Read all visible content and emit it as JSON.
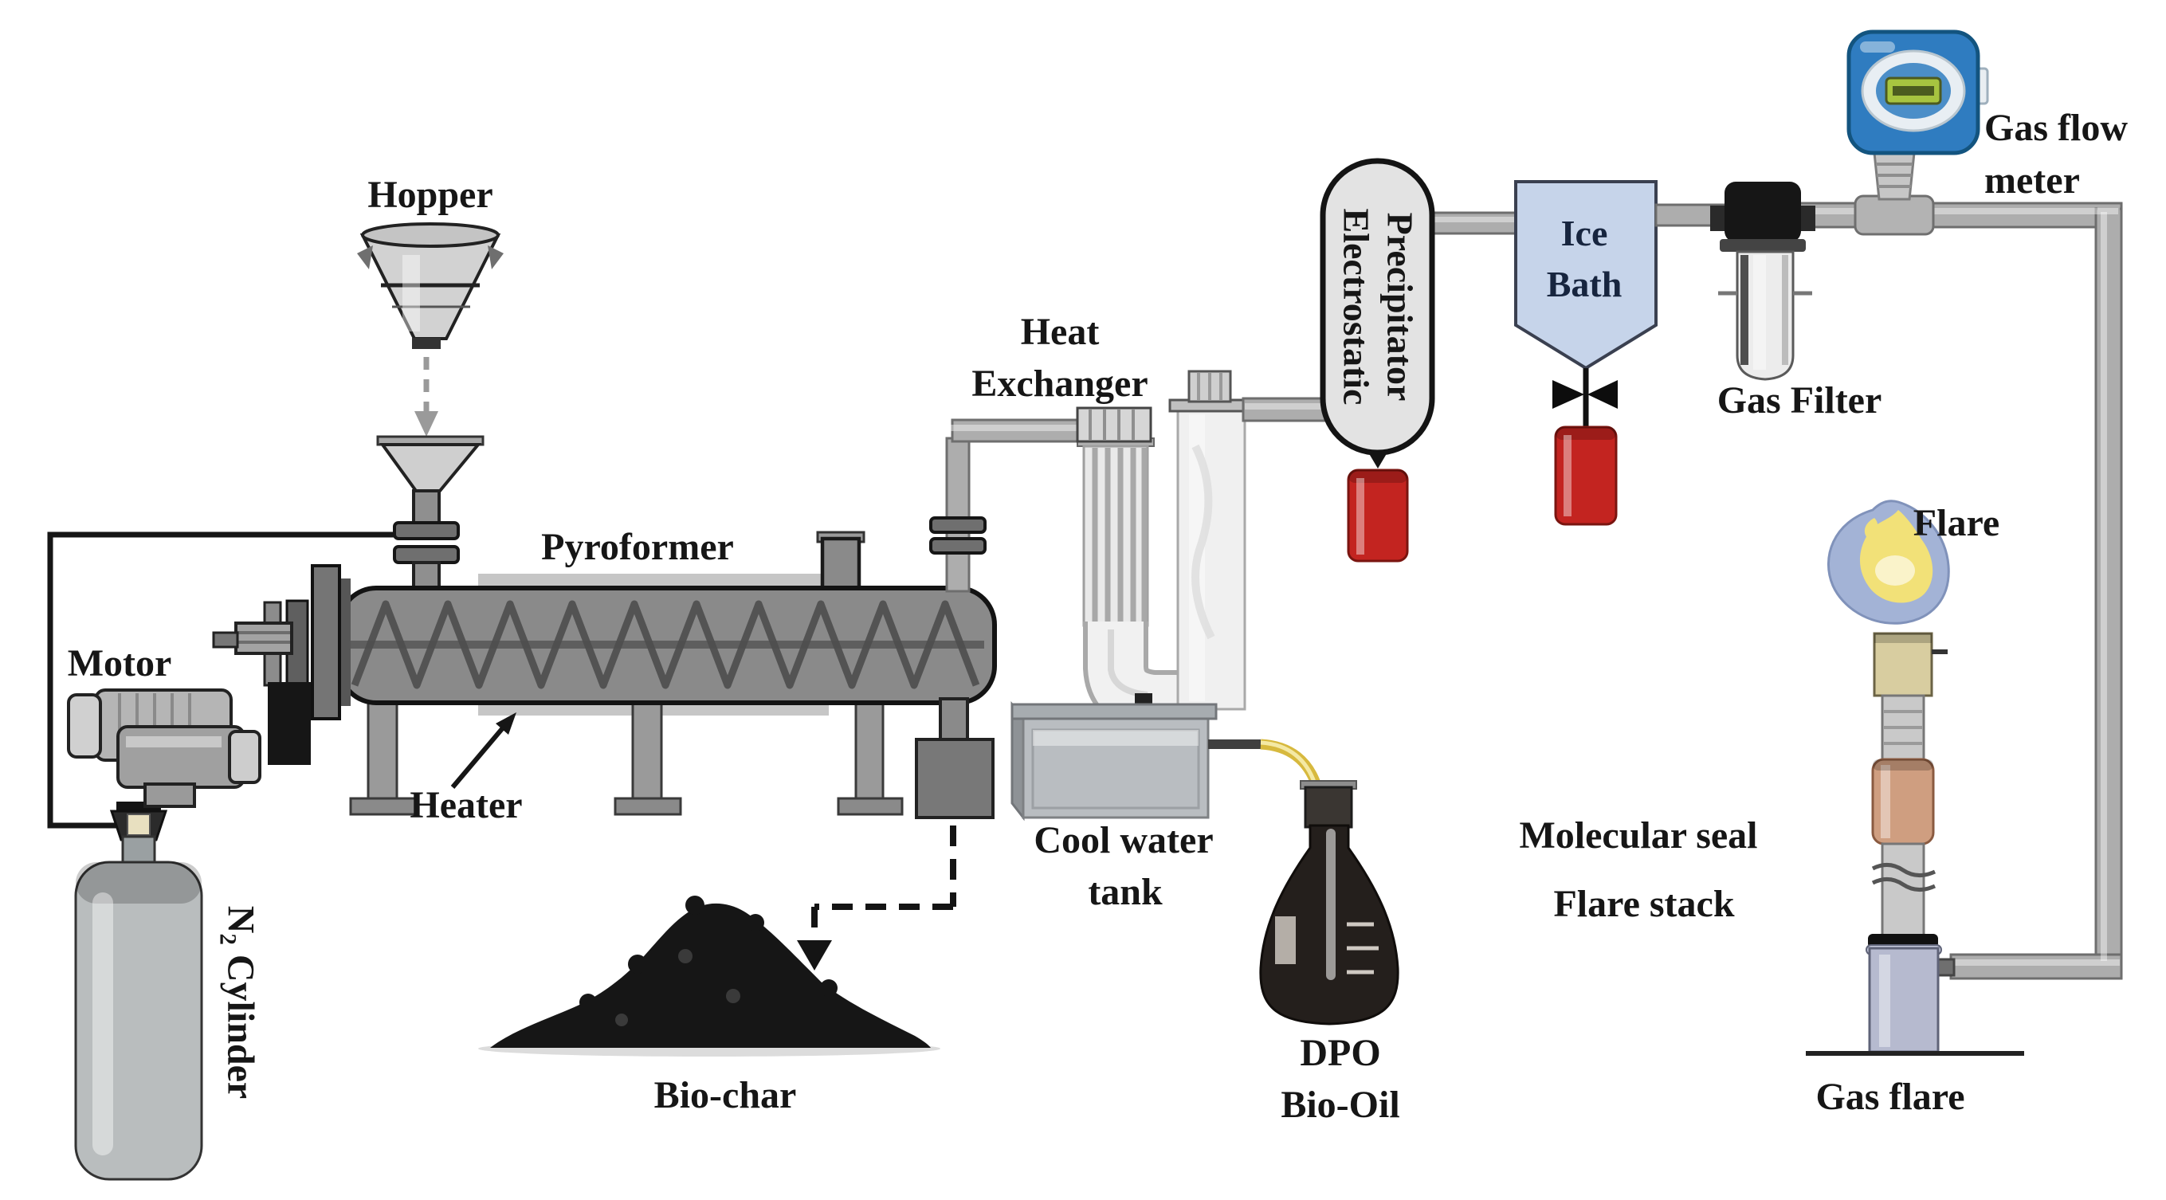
{
  "labels": {
    "hopper": "Hopper",
    "pyroformer": "Pyroformer",
    "motor": "Motor",
    "heater": "Heater",
    "n2_cylinder": "N₂ Cylinder",
    "biochar": "Bio-char",
    "heat_exchanger_line1": "Heat",
    "heat_exchanger_line2": "Exchanger",
    "cool_water_tank_line1": "Cool water",
    "cool_water_tank_line2": "tank",
    "dpo_line1": "DPO",
    "dpo_line2": "Bio-Oil",
    "esp_line1": "Electrostatic",
    "esp_line2": "Precipitator",
    "ice_bath_line1": "Ice",
    "ice_bath_line2": "Bath",
    "gas_filter": "Gas Filter",
    "gas_flow_meter_line1": "Gas flow",
    "gas_flow_meter_line2": "meter",
    "flare": "Flare",
    "molecular_seal": "Molecular seal",
    "flare_stack": "Flare stack",
    "gas_flare": "Gas flare"
  },
  "colors": {
    "label_text": "#161616",
    "ice_bath_fill": "#c6d4ea",
    "ice_bath_text": "#17253f",
    "esp_fill": "#e3e3e3",
    "canister_red": "#c32420",
    "meter_blue": "#2f7cc0",
    "lcd_green": "#a7c440",
    "flame_yellow": "#f2e178",
    "flame_blue": "#93a6cf",
    "copper": "#cf9e80",
    "flare_tip_tan": "#d8cda0",
    "flare_base": "#b6bacf",
    "hose_yellow": "#d7b93e",
    "biochar_black": "#161616"
  }
}
